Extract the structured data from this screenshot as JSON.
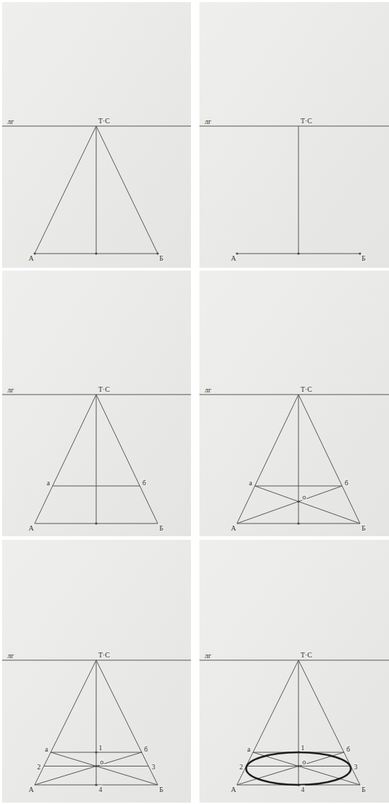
{
  "diagram": {
    "labels": [
      "лг",
      "Т·С",
      "А",
      "Б",
      "лг",
      "Т·С",
      "А",
      "Б",
      "лг",
      "Т·С",
      "А",
      "Б",
      "а",
      "б",
      "лг",
      "Т·С",
      "А",
      "Б",
      "а",
      "б",
      "о",
      "лг",
      "Т·С",
      "А",
      "Б",
      "а",
      "б",
      "о",
      "1",
      "2",
      "3",
      "4",
      "лг",
      "Т·С",
      "А",
      "Б",
      "а",
      "б",
      "о",
      "1",
      "2",
      "3",
      "4"
    ]
  }
}
